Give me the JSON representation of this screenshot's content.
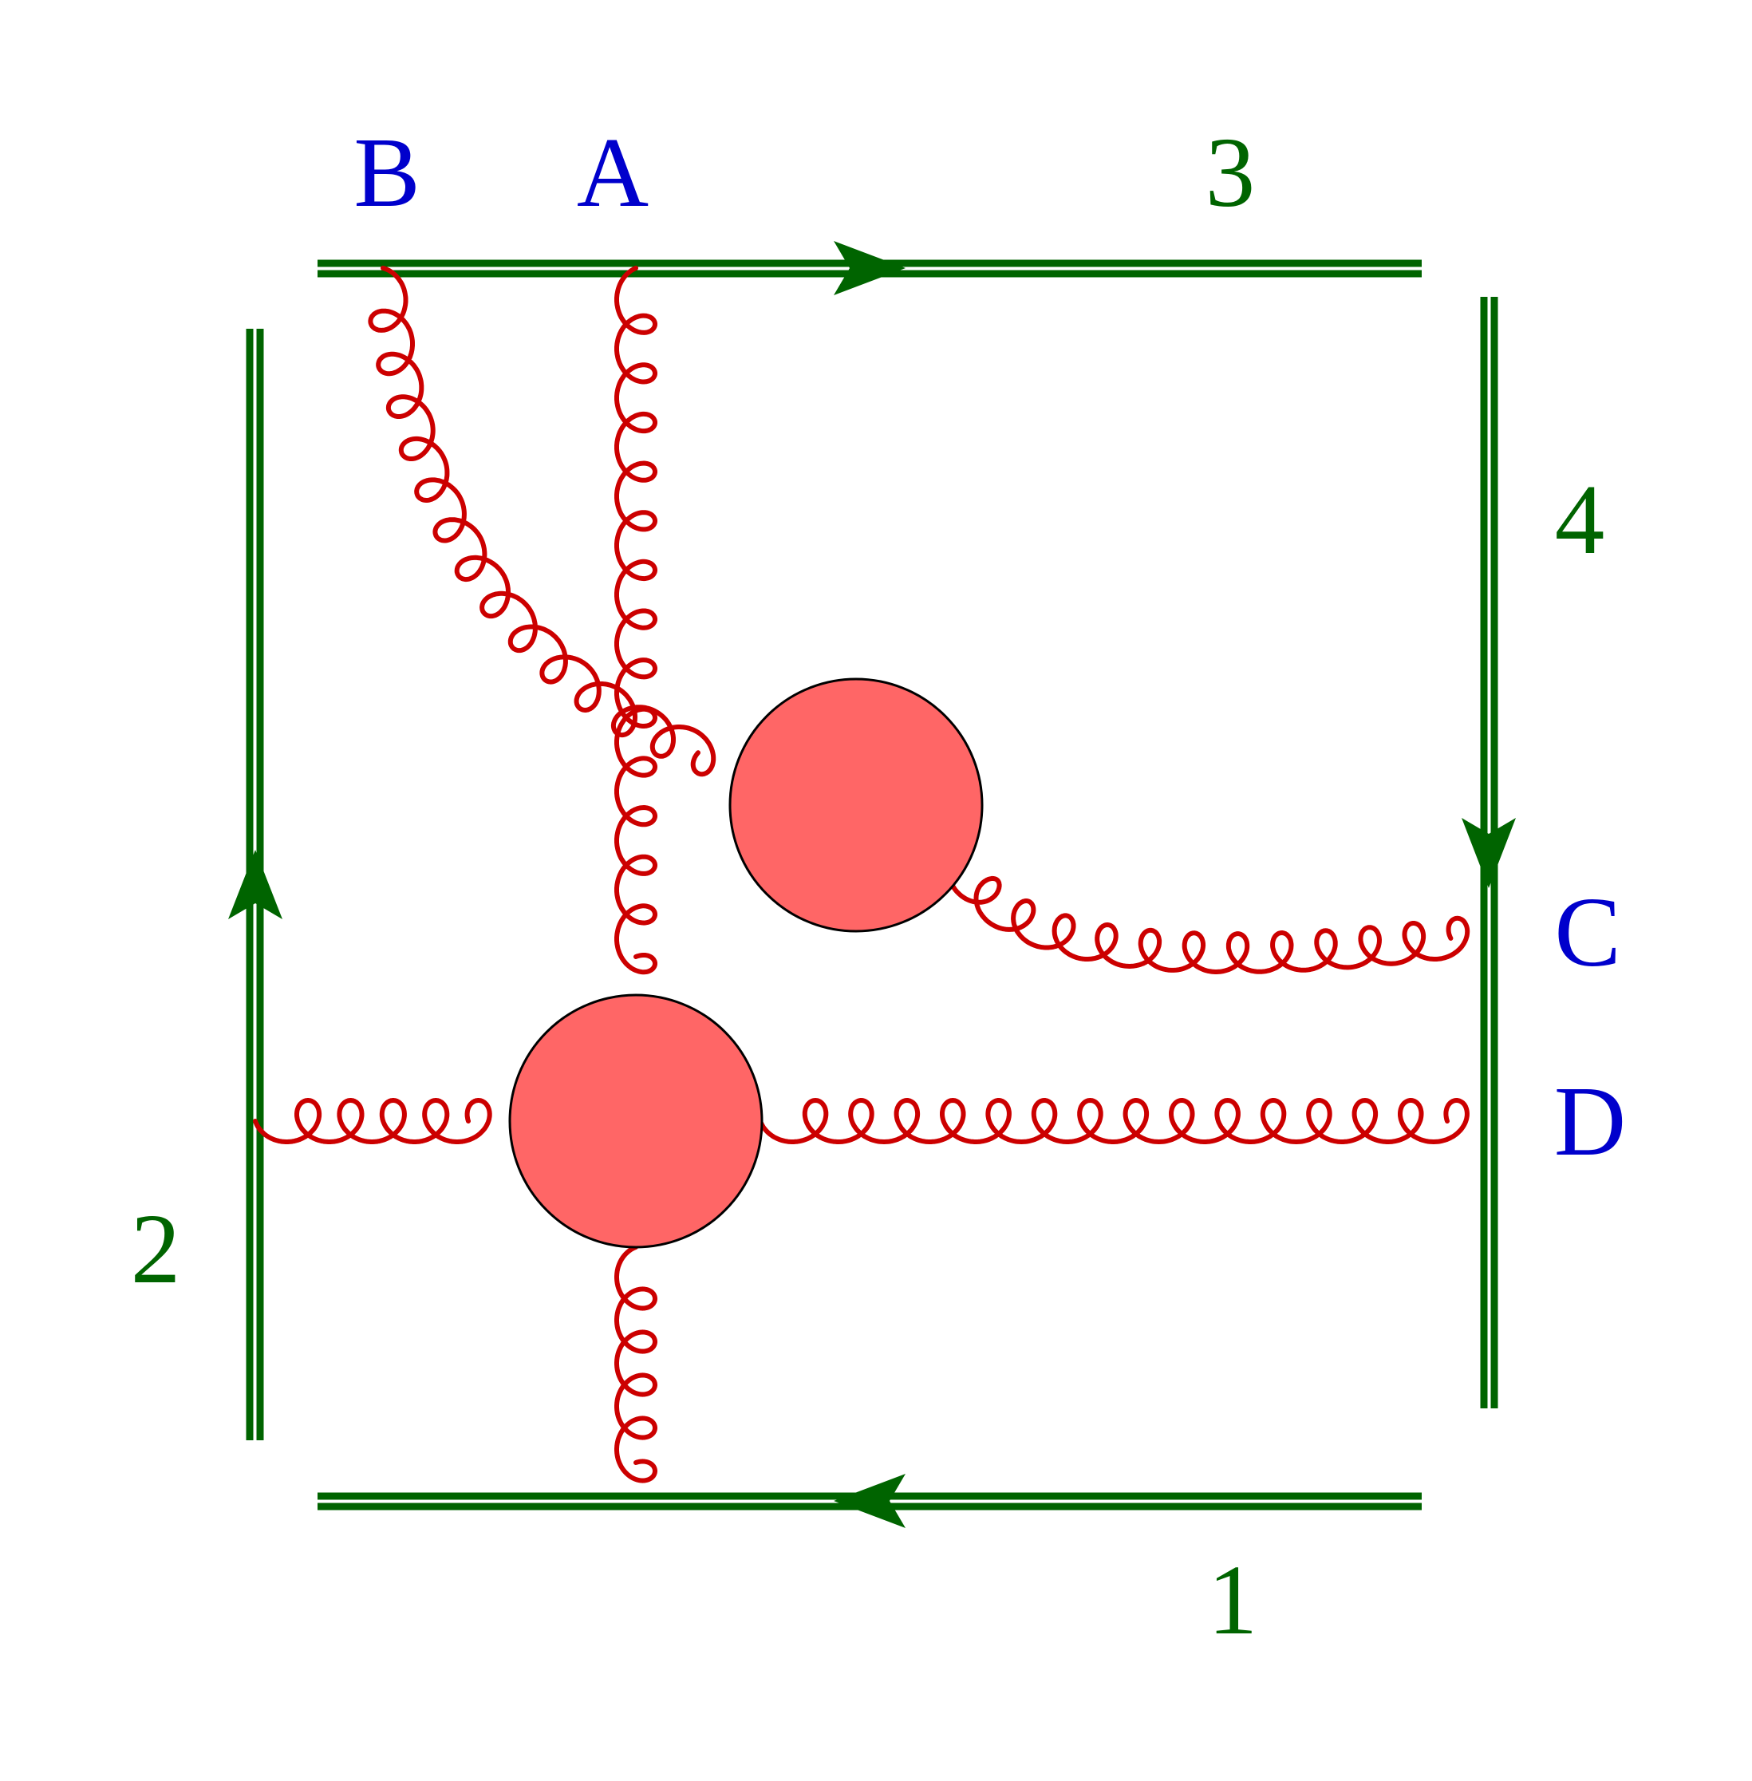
{
  "diagram": {
    "colors": {
      "wilson_line": "#006400",
      "gluon": "#cc0000",
      "blob_fill": "#ff6666",
      "blob_stroke": "#000000",
      "gluon_label": "#0000cc",
      "line_label": "#006400"
    },
    "lines": [
      {
        "id": "line-1",
        "label": "1",
        "direction": "right-to-left"
      },
      {
        "id": "line-2",
        "label": "2",
        "direction": "upward"
      },
      {
        "id": "line-3",
        "label": "3",
        "direction": "left-to-right"
      },
      {
        "id": "line-4",
        "label": "4",
        "direction": "downward"
      }
    ],
    "gluon_labels": {
      "A": "A",
      "B": "B",
      "C": "C",
      "D": "D"
    },
    "blobs": [
      "lower-blob",
      "upper-blob"
    ]
  }
}
